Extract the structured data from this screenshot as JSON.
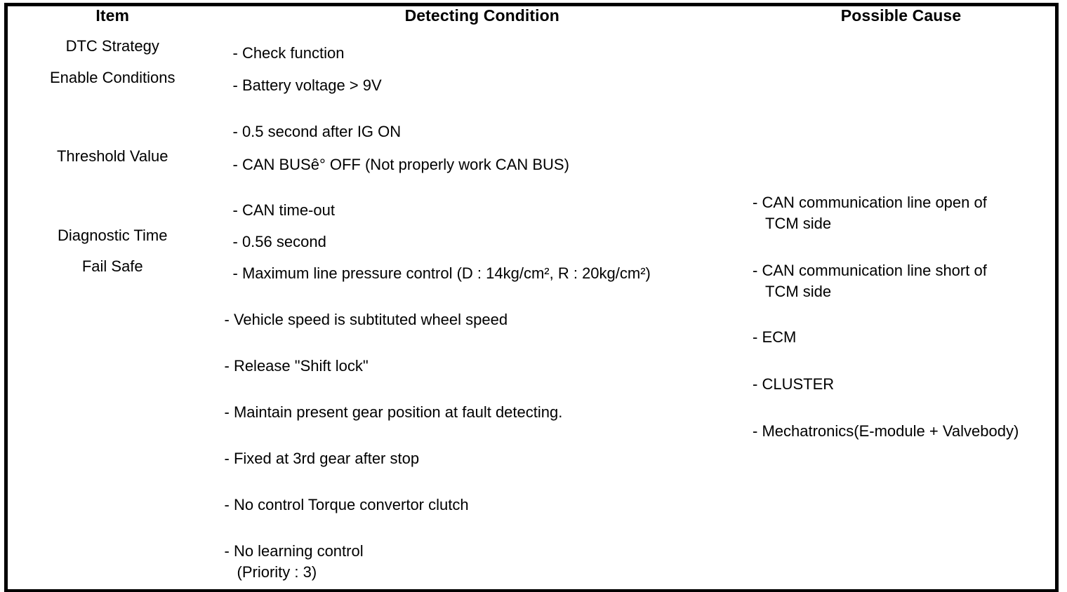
{
  "table": {
    "headers": {
      "item": "Item",
      "detecting_condition": "Detecting Condition",
      "possible_cause": "Possible Cause"
    },
    "rows": [
      {
        "item": "DTC Strategy",
        "conditions": [
          "- Check function"
        ]
      },
      {
        "item": "Enable Conditions",
        "conditions": [
          "- Battery voltage > 9V",
          "- 0.5 second after IG ON"
        ]
      },
      {
        "item": "Threshold Value",
        "conditions": [
          "- CAN BUSê° OFF (Not properly work CAN BUS)",
          "- CAN time-out"
        ]
      },
      {
        "item": "Diagnostic Time",
        "conditions": [
          "- 0.56 second"
        ]
      },
      {
        "item": "Fail Safe",
        "conditions": [
          "- Maximum line pressure control (D : 14kg/cm², R : 20kg/cm²)",
          "- Vehicle speed is subtituted wheel speed",
          "- Release \"Shift lock\"",
          "- Maintain present gear position at fault detecting.",
          "- Fixed at 3rd gear after stop",
          "- No control Torque convertor clutch",
          "- No learning control"
        ],
        "condition_continuation": "(Priority : 3)"
      }
    ],
    "possible_causes": [
      {
        "line1": "- CAN communication line open of",
        "line2": "TCM side"
      },
      {
        "line1": "- CAN communication line short of",
        "line2": "TCM side"
      },
      {
        "line1": "- ECM",
        "line2": ""
      },
      {
        "line1": "- CLUSTER",
        "line2": ""
      },
      {
        "line1": "- Mechatronics(E-module + Valvebody)",
        "line2": ""
      }
    ]
  },
  "colors": {
    "border": "#000000",
    "text": "#000000",
    "background": "#ffffff"
  }
}
